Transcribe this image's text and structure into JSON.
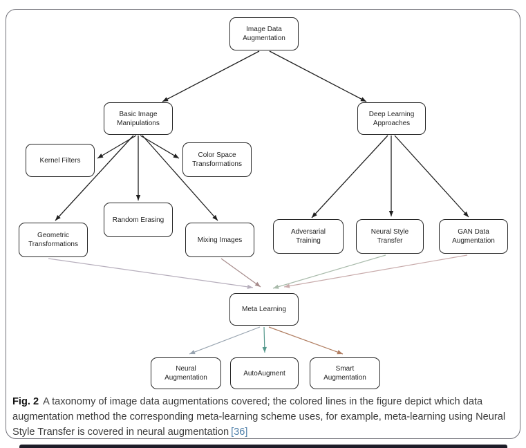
{
  "figure": {
    "caption": {
      "label": "Fig. 2",
      "text": "A taxonomy of image data augmentations covered; the colored lines in the figure depict which data augmentation method the corresponding meta-learning scheme uses, for example, meta-learning using Neural Style Transfer is covered in neural augmentation",
      "citation": "[36]"
    }
  },
  "nodes": {
    "root": {
      "label": "Image Data Augmentation"
    },
    "basic": {
      "label": "Basic Image Manipulations"
    },
    "deep": {
      "label": "Deep Learning Approaches"
    },
    "kernel": {
      "label": "Kernel Filters"
    },
    "colorspace": {
      "label": "Color Space Transformations"
    },
    "geometric": {
      "label": "Geometric Transformations"
    },
    "erasing": {
      "label": "Random Erasing"
    },
    "mixing": {
      "label": "Mixing Images"
    },
    "adversarial": {
      "label": "Adversarial Training"
    },
    "styletransfer": {
      "label": "Neural Style Transfer"
    },
    "gan": {
      "label": "GAN Data Augmentation"
    },
    "meta": {
      "label": "Meta Learning"
    },
    "neuralaug": {
      "label": "Neural Augmentation"
    },
    "autoaugment": {
      "label": "AutoAugment"
    },
    "smartaug": {
      "label": "Smart Augmentation"
    }
  },
  "colors": {
    "ink": "#1f1f1f",
    "citation_link": "#4d7fa9",
    "edge_geometric_to_meta": "#b6aebc",
    "edge_mixing_to_meta": "#a68b8b",
    "edge_styletransfer_to_meta": "#a9bbab",
    "edge_gan_to_meta": "#c8abab",
    "edge_meta_to_neuralaug": "#98a4b0",
    "edge_meta_to_autoaugment": "#55988c",
    "edge_meta_to_smartaug": "#b17f63"
  }
}
